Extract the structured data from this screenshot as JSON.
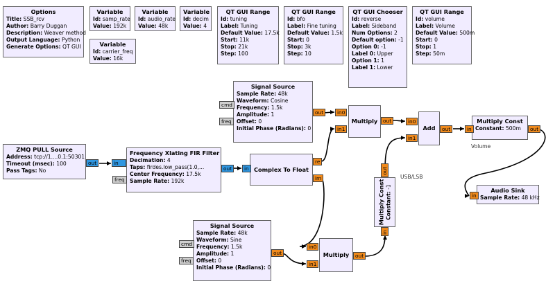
{
  "blocks": {
    "options": {
      "title": "Options",
      "rows": [
        {
          "k": "Title:",
          "v": "SSB_rcv"
        },
        {
          "k": "Author:",
          "v": "Barry Duggan"
        },
        {
          "k": "Description:",
          "v": "Weaver method"
        },
        {
          "k": "Output Language:",
          "v": "Python"
        },
        {
          "k": "Generate Options:",
          "v": "QT GUI"
        }
      ]
    },
    "var_samp_rate": {
      "title": "Variable",
      "rows": [
        {
          "k": "Id:",
          "v": "samp_rate"
        },
        {
          "k": "Value:",
          "v": "192k"
        }
      ]
    },
    "var_audio_rate": {
      "title": "Variable",
      "rows": [
        {
          "k": "Id:",
          "v": "audio_rate"
        },
        {
          "k": "Value:",
          "v": "48k"
        }
      ]
    },
    "var_decim": {
      "title": "Variable",
      "rows": [
        {
          "k": "Id:",
          "v": "decim"
        },
        {
          "k": "Value:",
          "v": "4"
        }
      ]
    },
    "var_carrier_freq": {
      "title": "Variable",
      "rows": [
        {
          "k": "Id:",
          "v": "carrier_freq"
        },
        {
          "k": "Value:",
          "v": "16k"
        }
      ]
    },
    "range_tuning": {
      "title": "QT GUI Range",
      "rows": [
        {
          "k": "Id:",
          "v": "tuning"
        },
        {
          "k": "Label:",
          "v": "Tuning"
        },
        {
          "k": "Default Value:",
          "v": "17.5k"
        },
        {
          "k": "Start:",
          "v": "11k"
        },
        {
          "k": "Stop:",
          "v": "21k"
        },
        {
          "k": "Step:",
          "v": "100"
        }
      ]
    },
    "range_bfo": {
      "title": "QT GUI Range",
      "rows": [
        {
          "k": "Id:",
          "v": "bfo"
        },
        {
          "k": "Label:",
          "v": "Fine tuning"
        },
        {
          "k": "Default Value:",
          "v": "1.5k"
        },
        {
          "k": "Start:",
          "v": "0"
        },
        {
          "k": "Stop:",
          "v": "3k"
        },
        {
          "k": "Step:",
          "v": "10"
        }
      ]
    },
    "chooser_reverse": {
      "title": "QT GUI Chooser",
      "rows": [
        {
          "k": "Id:",
          "v": "reverse"
        },
        {
          "k": "Label:",
          "v": "Sideband"
        },
        {
          "k": "Num Options:",
          "v": "2"
        },
        {
          "k": "Default option:",
          "v": "-1"
        },
        {
          "k": "Option 0:",
          "v": "-1"
        },
        {
          "k": "Label 0:",
          "v": "Upper"
        },
        {
          "k": "Option 1:",
          "v": "1"
        },
        {
          "k": "Label 1:",
          "v": "Lower"
        }
      ]
    },
    "range_volume": {
      "title": "QT GUI Range",
      "rows": [
        {
          "k": "Id:",
          "v": "volume"
        },
        {
          "k": "Label:",
          "v": "Volume"
        },
        {
          "k": "Default Value:",
          "v": "500m"
        },
        {
          "k": "Start:",
          "v": "0"
        },
        {
          "k": "Stop:",
          "v": "1"
        },
        {
          "k": "Step:",
          "v": "50m"
        }
      ]
    },
    "signal_source_top": {
      "title": "Signal Source",
      "rows": [
        {
          "k": "Sample Rate:",
          "v": "48k"
        },
        {
          "k": "Waveform:",
          "v": "Cosine"
        },
        {
          "k": "Frequency:",
          "v": "1.5k"
        },
        {
          "k": "Amplitude:",
          "v": "1"
        },
        {
          "k": "Offset:",
          "v": "0"
        },
        {
          "k": "Initial Phase (Radians):",
          "v": "0"
        }
      ]
    },
    "signal_source_bottom": {
      "title": "Signal Source",
      "rows": [
        {
          "k": "Sample Rate:",
          "v": "48k"
        },
        {
          "k": "Waveform:",
          "v": "Sine"
        },
        {
          "k": "Frequency:",
          "v": "1.5k"
        },
        {
          "k": "Amplitude:",
          "v": "1"
        },
        {
          "k": "Offset:",
          "v": "0"
        },
        {
          "k": "Initial Phase (Radians):",
          "v": "0"
        }
      ]
    },
    "zmq_pull_source": {
      "title": "ZMQ PULL Source",
      "rows": [
        {
          "k": "Address:",
          "v": "tcp://1....0.1:50301"
        },
        {
          "k": "Timeout (msec):",
          "v": "100"
        },
        {
          "k": "Pass Tags:",
          "v": "No"
        }
      ]
    },
    "freq_xlating_fir": {
      "title": "Frequency Xlating FIR Filter",
      "rows": [
        {
          "k": "Decimation:",
          "v": "4"
        },
        {
          "k": "Taps:",
          "v": "firdes.low_pass(1.0,..."
        },
        {
          "k": "Center Frequency:",
          "v": "17.5k"
        },
        {
          "k": "Sample Rate:",
          "v": "192k"
        }
      ]
    },
    "complex_to_float": {
      "title": "Complex To Float"
    },
    "multiply_top": {
      "title": "Multiply"
    },
    "multiply_bottom": {
      "title": "Multiply"
    },
    "add": {
      "title": "Add"
    },
    "multiply_const_volume": {
      "title": "Multiply Const",
      "rows": [
        {
          "k": "Constant:",
          "v": "500m"
        }
      ]
    },
    "multiply_const_sideband": {
      "title": "Multiply Const",
      "rows": [
        {
          "k": "Constant:",
          "v": "-1"
        }
      ]
    },
    "audio_sink": {
      "title": "Audio Sink",
      "rows": [
        {
          "k": "Sample Rate:",
          "v": "48 kHz"
        }
      ]
    }
  },
  "notes": {
    "volume": "Volume",
    "usb_lsb": "USB/LSB"
  },
  "ports": {
    "out": "out",
    "in": "in",
    "in0": "in0",
    "in1": "in1",
    "re": "re",
    "im": "im",
    "cmd": "cmd",
    "freq": "freq"
  },
  "colors": {
    "block_bg": "#f1ecff",
    "port_float": "#f08a1c",
    "port_complex": "#2f96e0",
    "port_message": "#cfcfcf"
  }
}
